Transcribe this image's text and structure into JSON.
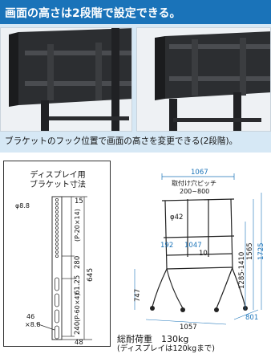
{
  "header": {
    "title": "画面の高さは2段階で設定できる。"
  },
  "caption": "ブラケットのフック位置で画面の高さを変更できる(2段階)。",
  "bracket": {
    "title_line1": "ディスプレイ用",
    "title_line2": "ブラケット寸法",
    "dims": {
      "phi": "φ8.8",
      "d15": "15",
      "p20": "(P-20×14)",
      "d280": "280",
      "d61": "61.25",
      "d645": "645",
      "p60": "(P-60×4)",
      "d240": "240",
      "hole": "46\n×8.8",
      "hole_line1": "46",
      "hole_line2": "×8.8",
      "d48": "48"
    }
  },
  "stand": {
    "top_width": "1067",
    "pitch_label_line1": "取付け穴ピッチ",
    "pitch_label_line2": "200~800",
    "phi42": "φ42",
    "d192": "192",
    "d1047": "1047",
    "d10": "10",
    "h747": "747",
    "h1285": "1285-1410",
    "h1565": "1565",
    "h1725": "1725",
    "base_width": "1057",
    "depth": "801"
  },
  "summary": {
    "load_label": "総耐荷重　130kg",
    "load_note": "(ディスプレイは120kgまで)"
  },
  "colors": {
    "header_bg": "#1a73b9",
    "panel_bg": "#d6e8f5",
    "accent_blue": "#1a73b9"
  }
}
